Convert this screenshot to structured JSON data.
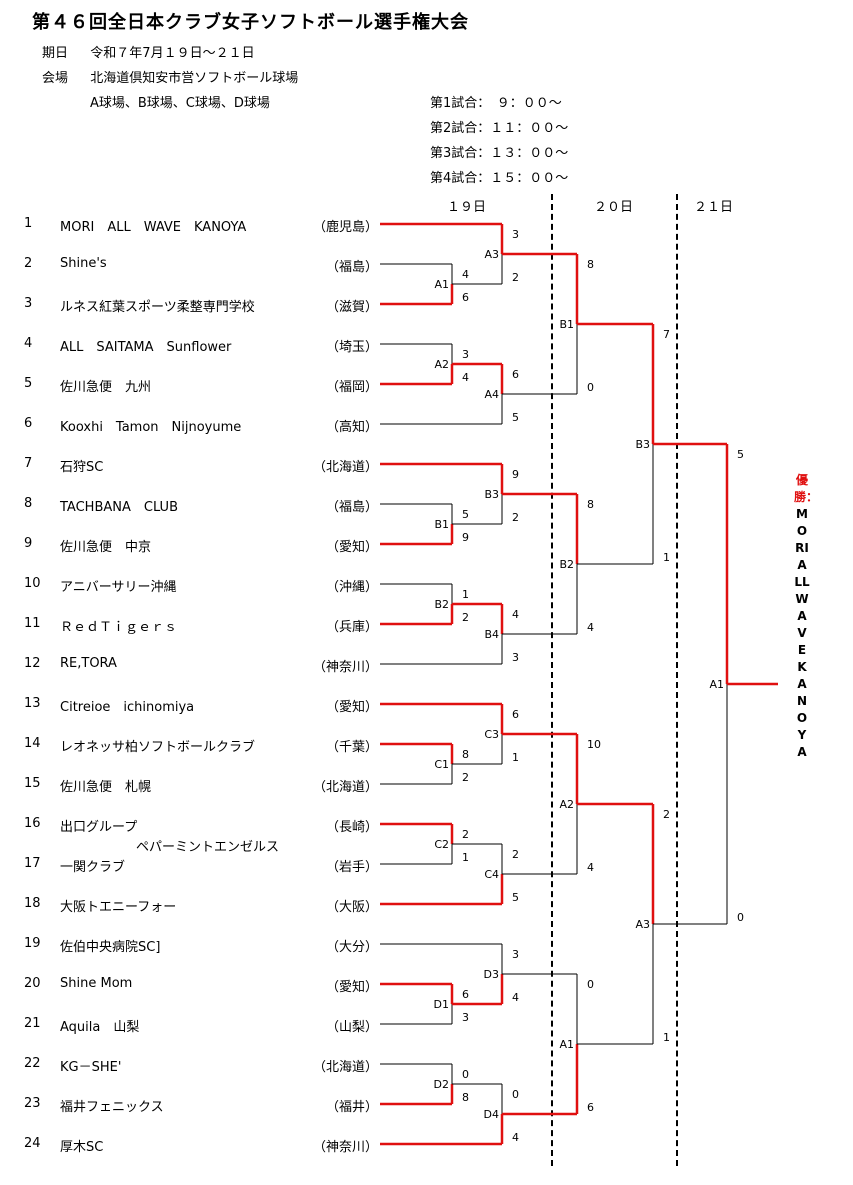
{
  "title": "第４６回全日本クラブ女子ソフトボール選手権大会",
  "period": {
    "label": "期日",
    "value": "令和７年7月１９日～２１日"
  },
  "venue": {
    "label": "会場",
    "value": "北海道倶知安市営ソフトボール球場",
    "fields": "A球場、B球場、C球場、D球場"
  },
  "schedule": [
    "第1試合：　９：００～",
    "第2試合：１１：００～",
    "第3試合：１３：００～",
    "第4試合：１５：００～"
  ],
  "days": [
    "１９日",
    "２０日",
    "２１日"
  ],
  "teams": [
    {
      "num": "1",
      "name": "MORI　ALL　WAVE　KANOYA",
      "pref": "（鹿児島）"
    },
    {
      "num": "2",
      "name": "Shine's",
      "pref": "（福島）"
    },
    {
      "num": "3",
      "name": "ルネス紅葉スポーツ柔整専門学校",
      "pref": "（滋賀）"
    },
    {
      "num": "4",
      "name": "ALL　SAITAMA　Sunflower",
      "pref": "（埼玉）"
    },
    {
      "num": "5",
      "name": "佐川急便　九州",
      "pref": "（福岡）"
    },
    {
      "num": "6",
      "name": "Kooxhi　Tamon　Nijnoyume",
      "pref": "（高知）"
    },
    {
      "num": "7",
      "name": "石狩SC",
      "pref": "（北海道）"
    },
    {
      "num": "8",
      "name": "TACHBANA　CLUB",
      "pref": "（福島）"
    },
    {
      "num": "9",
      "name": "佐川急便　中京",
      "pref": "（愛知）"
    },
    {
      "num": "10",
      "name": "アニバーサリー沖縄",
      "pref": "（沖縄）"
    },
    {
      "num": "11",
      "name": "ＲｅｄＴｉｇｅｒｓ",
      "pref": "（兵庫）"
    },
    {
      "num": "12",
      "name": "RE,TORA",
      "pref": "（神奈川）"
    },
    {
      "num": "13",
      "name": "Citreioe　ichinomiya",
      "pref": "（愛知）"
    },
    {
      "num": "14",
      "name": "レオネッサ柏ソフトボールクラブ",
      "pref": "（千葉）"
    },
    {
      "num": "15",
      "name": "佐川急便　札幌",
      "pref": "（北海道）"
    },
    {
      "num": "16",
      "name": "出口グループ",
      "pref": "（長崎）"
    },
    {
      "num": "17",
      "name": "一関クラブ",
      "pref": "（岩手）"
    },
    {
      "num": "18",
      "name": "大阪トエニーフォー",
      "pref": "（大阪）"
    },
    {
      "num": "19",
      "name": "佐伯中央病院SC]",
      "pref": "（大分）"
    },
    {
      "num": "20",
      "name": "Shine Mom",
      "pref": "（愛知）"
    },
    {
      "num": "21",
      "name": "Aquila　山梨",
      "pref": "（山梨）"
    },
    {
      "num": "22",
      "name": "KG－SHE'",
      "pref": "（北海道）"
    },
    {
      "num": "23",
      "name": "福井フェニックス",
      "pref": "（福井）"
    },
    {
      "num": "24",
      "name": "厚木SC",
      "pref": "（神奈川）"
    }
  ],
  "extra_team_text": "ペパーミントエンゼルス",
  "matches": {
    "A1": {
      "label": "A1",
      "top": "4",
      "bottom": "6"
    },
    "A2": {
      "label": "A2",
      "top": "3",
      "bottom": "4"
    },
    "A3": {
      "label": "A3",
      "top": "3",
      "bottom": "2"
    },
    "A4": {
      "label": "A4",
      "top": "6",
      "bottom": "5"
    },
    "B1": {
      "label": "B1",
      "top": "5",
      "bottom": "9"
    },
    "B2": {
      "label": "B2",
      "top": "1",
      "bottom": "2"
    },
    "B3": {
      "label": "B3",
      "top": "9",
      "bottom": "2"
    },
    "B4": {
      "label": "B4",
      "top": "4",
      "bottom": "3"
    },
    "C1": {
      "label": "C1",
      "top": "8",
      "bottom": "2"
    },
    "C2": {
      "label": "C2",
      "top": "2",
      "bottom": "1"
    },
    "C3": {
      "label": "C3",
      "top": "6",
      "bottom": "1"
    },
    "C4": {
      "label": "C4",
      "top": "2",
      "bottom": "5"
    },
    "D1": {
      "label": "D1",
      "top": "6",
      "bottom": "3"
    },
    "D2": {
      "label": "D2",
      "top": "0",
      "bottom": "8"
    },
    "D3": {
      "label": "D3",
      "top": "3",
      "bottom": "4"
    },
    "D4": {
      "label": "D4",
      "top": "0",
      "bottom": "4"
    },
    "QF_B1": {
      "label": "B1",
      "top": "8",
      "bottom": "0"
    },
    "QF_B2": {
      "label": "B2",
      "top": "8",
      "bottom": "4"
    },
    "QF_A2": {
      "label": "A2",
      "top": "10",
      "bottom": "4"
    },
    "QF_A1": {
      "label": "A1",
      "top": "0",
      "bottom": "6"
    },
    "SF_B3": {
      "label": "B3",
      "top": "7",
      "bottom": "1"
    },
    "SF_A3": {
      "label": "A3",
      "top": "2",
      "bottom": "1"
    },
    "F_A1": {
      "label": "A1",
      "top": "5",
      "bottom": "0"
    }
  },
  "champion": {
    "label": "優勝：",
    "team": "MORI ALL WAVE KANOYA"
  },
  "colors": {
    "winner_line": "#e01010",
    "loser_line": "#000000"
  }
}
